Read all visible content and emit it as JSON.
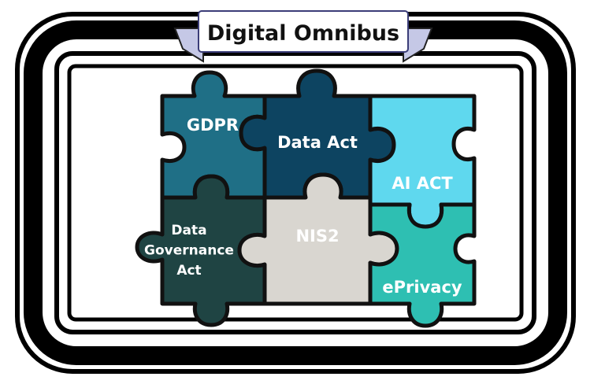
{
  "banner": {
    "title": "Digital Omnibus"
  },
  "pieces": [
    {
      "id": "gdpr",
      "label_lines": [
        "GDPR"
      ],
      "color": "#1f6f86"
    },
    {
      "id": "data-act",
      "label_lines": [
        "Data Act"
      ],
      "color": "#0d4461"
    },
    {
      "id": "ai-act",
      "label_lines": [
        "AI ACT"
      ],
      "color": "#5fd8ee"
    },
    {
      "id": "data-governance-act",
      "label_lines": [
        "Data",
        "Governance",
        "Act"
      ],
      "color": "#1f4443"
    },
    {
      "id": "nis2",
      "label_lines": [
        "NIS2"
      ],
      "color": "#d9d6d0"
    },
    {
      "id": "eprivacy",
      "label_lines": [
        "ePrivacy"
      ],
      "color": "#2ebfb2"
    }
  ],
  "colors": {
    "frame": "#000000",
    "banner_fill": "#ffffff",
    "banner_ribbon": "#c5c8e6",
    "outline": "#111111"
  }
}
